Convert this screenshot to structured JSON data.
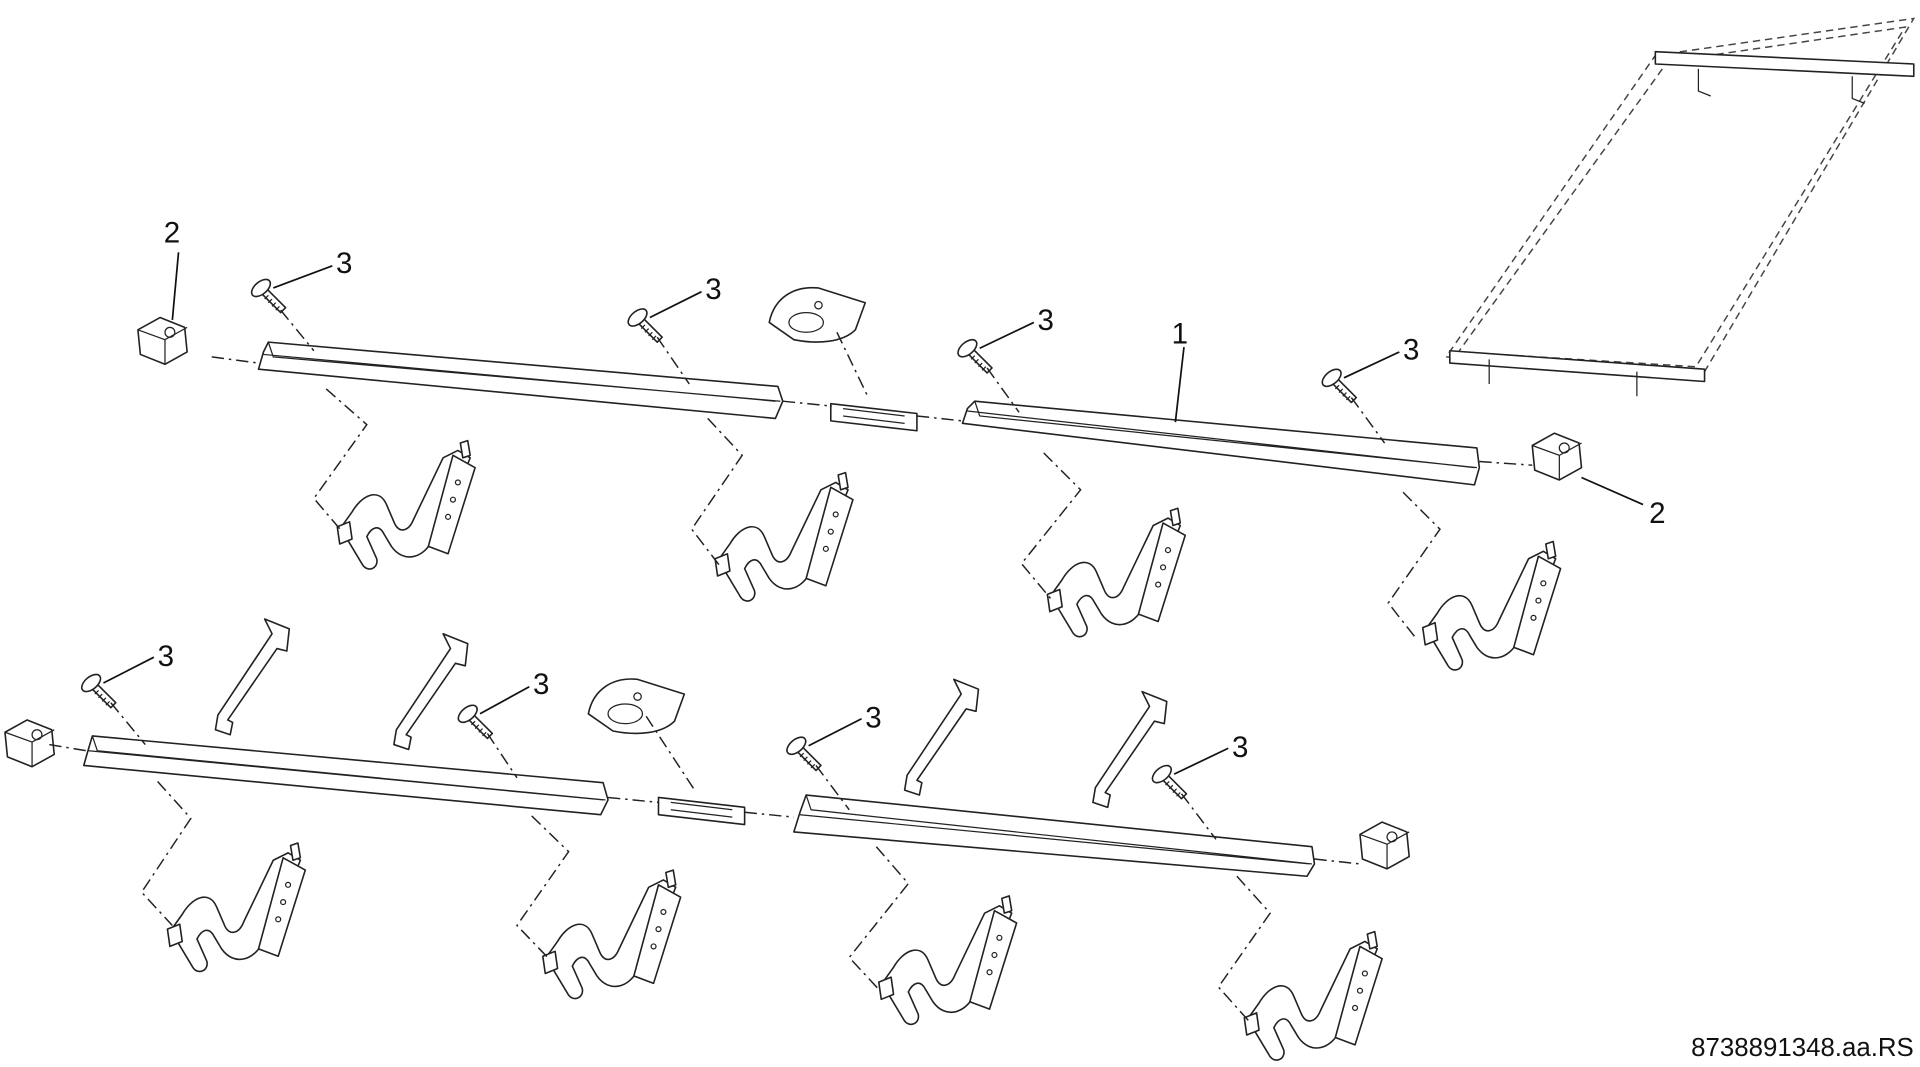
{
  "diagram": {
    "callouts": {
      "clip_top_left": "2",
      "screw_top_1": "3",
      "screw_top_2": "3",
      "screw_top_3": "3",
      "rail_main": "1",
      "screw_top_4": "3",
      "clip_top_right": "2",
      "screw_bottom_1": "3",
      "screw_bottom_2": "3",
      "screw_bottom_3": "3",
      "screw_bottom_4": "3"
    },
    "reference_code": "8738891348.aa.RS"
  }
}
